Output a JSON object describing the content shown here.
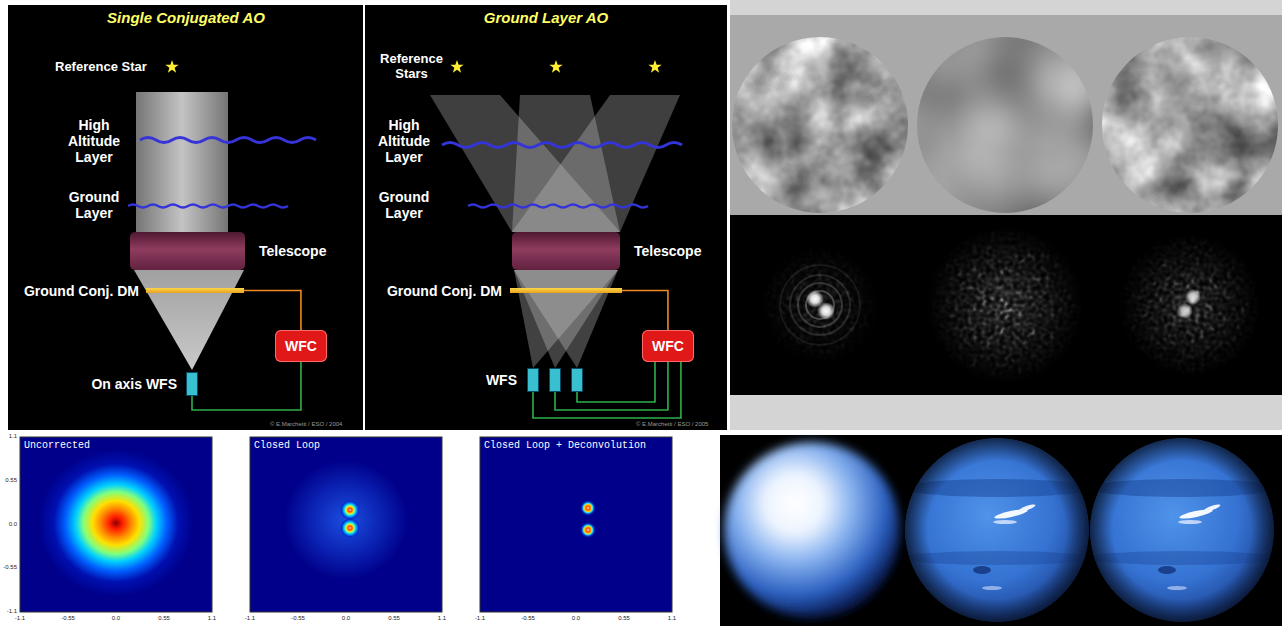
{
  "diagram": {
    "nodes": [
      {
        "text": [
          "Telescope"
        ]
      },
      {
        "text": [
          "Ground Conj. DM"
        ]
      },
      {
        "text": [
          "WFC"
        ]
      },
      {
        "text": [
          "On axis WFS"
        ]
      },
      {
        "text": [
          "Telescope"
        ]
      },
      {
        "text": [
          "Ground Conj. DM"
        ]
      },
      {
        "text": [
          "WFC"
        ]
      },
      {
        "text": [
          "WFS"
        ]
      }
    ],
    "edges": [
      {
        "from": 2,
        "to": 1,
        "arrow": "none"
      },
      {
        "from": 3,
        "to": 2,
        "arrow": "none"
      },
      {
        "from": 6,
        "to": 5,
        "arrow": "none"
      },
      {
        "from": 7,
        "to": 6,
        "arrow": "none"
      },
      {
        "from": 7,
        "to": 6,
        "arrow": "none"
      },
      {
        "from": 7,
        "to": 6,
        "arrow": "none"
      }
    ],
    "labels": [
      "Single Conjugated AO",
      "Reference Star",
      "High Altitude Layer",
      "Ground Layer",
      "© E.Marchetti / ESO / 2004",
      "Ground Layer AO",
      "Reference Stars",
      "High Altitude Layer",
      "Ground Layer",
      "© E.Marchetti / ESO / 2005",
      "Uncorrected",
      "Closed Loop",
      "Closed Loop + Deconvolution",
      "1.1",
      "0.55",
      "0.0",
      "-0.55",
      "-1.1",
      "-1.1",
      "-0.55",
      "0.0",
      "0.55",
      "1.1",
      "-1.1",
      "-0.55",
      "0.0",
      "0.55",
      "1.1",
      "-1.1",
      "-0.55",
      "0.0",
      "0.55",
      "1.1"
    ]
  }
}
